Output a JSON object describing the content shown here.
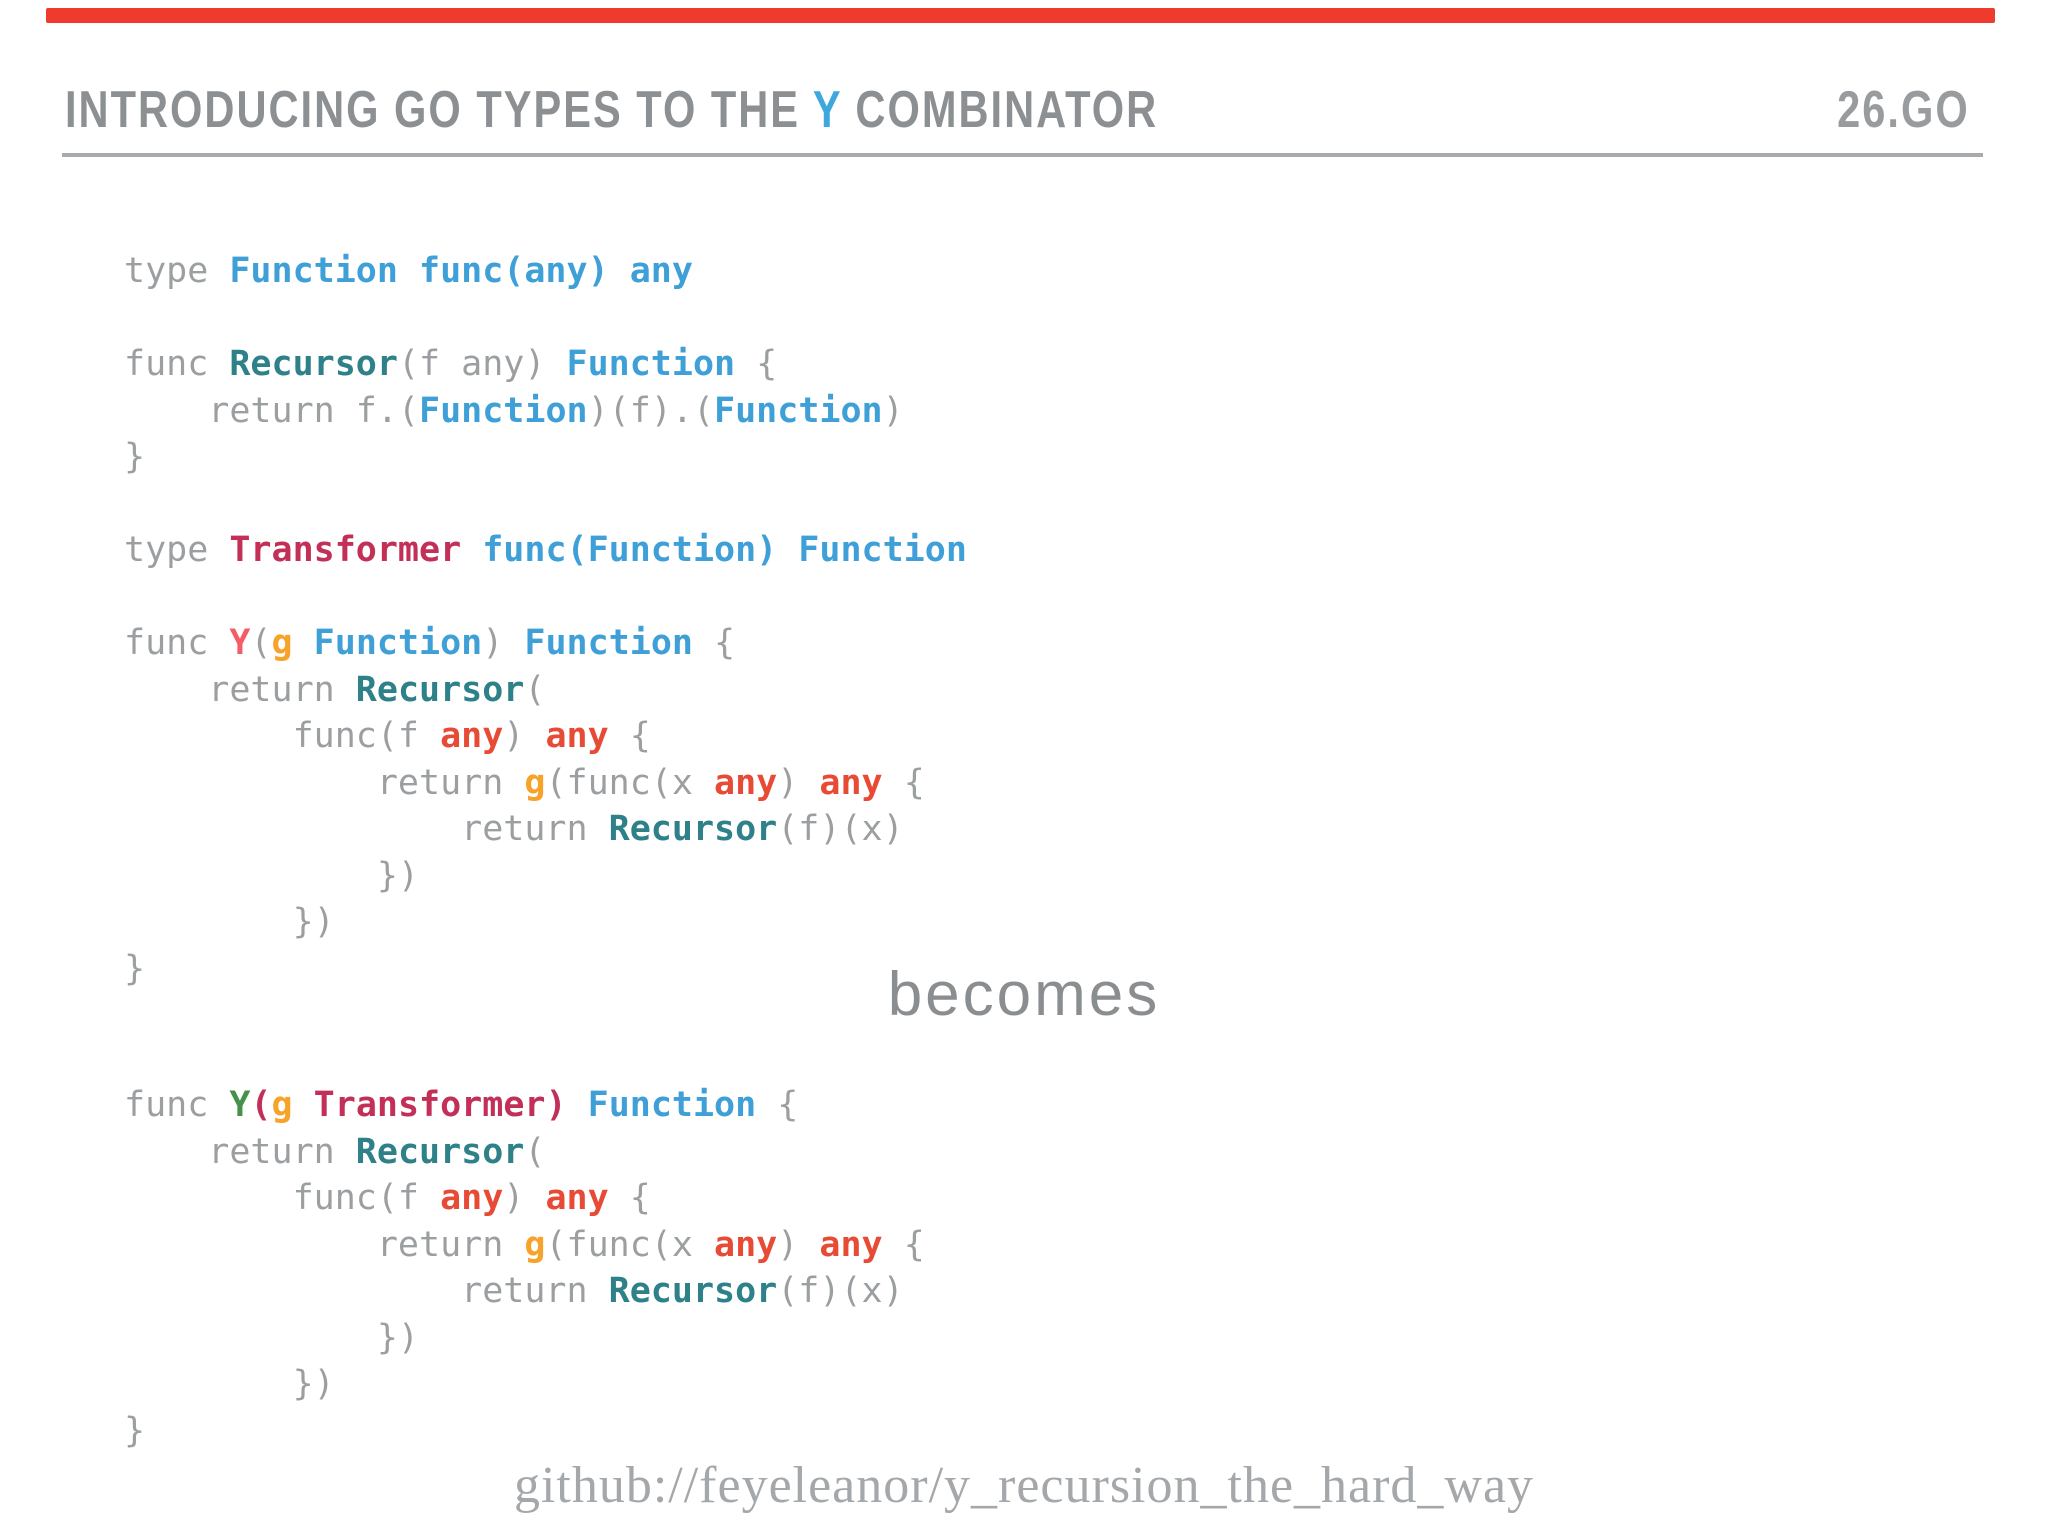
{
  "accent_bar_color": "#ee3b2e",
  "header": {
    "title_prefix": "INTRODUCING GO TYPES TO THE ",
    "title_accent": "Y",
    "title_suffix": " COMBINATOR",
    "file_label": "26.GO"
  },
  "becomes_label": "becomes",
  "footer": {
    "repo": "github://feyeleanor/y_recursion_the_hard_way"
  },
  "palette": {
    "plain": "#9c9fa1",
    "blue": "#3fa0d8",
    "teal": "#2e8189",
    "crimson": "#c23058",
    "orange": "#f7a229",
    "red": "#e84b35",
    "pink": "#f65b66",
    "green": "#45904a",
    "accent_blue": "#3ea8de"
  },
  "code_before": {
    "lines": [
      [
        [
          "plain",
          "type "
        ],
        [
          "blue",
          "Function func(any) any"
        ]
      ],
      [],
      [
        [
          "plain",
          "func "
        ],
        [
          "teal",
          "Recursor"
        ],
        [
          "plain",
          "(f any) "
        ],
        [
          "blue",
          "Function"
        ],
        [
          "plain",
          " {"
        ]
      ],
      [
        [
          "plain",
          "    return f.("
        ],
        [
          "blue",
          "Function"
        ],
        [
          "plain",
          ")(f).("
        ],
        [
          "blue",
          "Function"
        ],
        [
          "plain",
          ")"
        ]
      ],
      [
        [
          "plain",
          "}"
        ]
      ],
      [],
      [
        [
          "plain",
          "type "
        ],
        [
          "crimson",
          "Transformer"
        ],
        [
          "plain",
          " "
        ],
        [
          "blue",
          "func(Function) Function"
        ]
      ],
      [],
      [
        [
          "plain",
          "func "
        ],
        [
          "pink",
          "Y"
        ],
        [
          "plain",
          "("
        ],
        [
          "orange",
          "g"
        ],
        [
          "plain",
          " "
        ],
        [
          "blue",
          "Function"
        ],
        [
          "plain",
          ") "
        ],
        [
          "blue",
          "Function"
        ],
        [
          "plain",
          " {"
        ]
      ],
      [
        [
          "plain",
          "    return "
        ],
        [
          "teal",
          "Recursor"
        ],
        [
          "plain",
          "("
        ]
      ],
      [
        [
          "plain",
          "        func(f "
        ],
        [
          "red",
          "any"
        ],
        [
          "plain",
          ") "
        ],
        [
          "red",
          "any"
        ],
        [
          "plain",
          " {"
        ]
      ],
      [
        [
          "plain",
          "            return "
        ],
        [
          "orange",
          "g"
        ],
        [
          "plain",
          "(func(x "
        ],
        [
          "red",
          "any"
        ],
        [
          "plain",
          ") "
        ],
        [
          "red",
          "any"
        ],
        [
          "plain",
          " {"
        ]
      ],
      [
        [
          "plain",
          "                return "
        ],
        [
          "teal",
          "Recursor"
        ],
        [
          "plain",
          "(f)(x)"
        ]
      ],
      [
        [
          "plain",
          "            })"
        ]
      ],
      [
        [
          "plain",
          "        })"
        ]
      ],
      [
        [
          "plain",
          "}"
        ]
      ]
    ]
  },
  "code_after": {
    "lines": [
      [
        [
          "plain",
          "func "
        ],
        [
          "green",
          "Y"
        ],
        [
          "crimson",
          "("
        ],
        [
          "orange",
          "g"
        ],
        [
          "plain",
          " "
        ],
        [
          "crimson",
          "Transformer"
        ],
        [
          "crimson",
          ")"
        ],
        [
          "plain",
          " "
        ],
        [
          "blue",
          "Function"
        ],
        [
          "plain",
          " {"
        ]
      ],
      [
        [
          "plain",
          "    return "
        ],
        [
          "teal",
          "Recursor"
        ],
        [
          "plain",
          "("
        ]
      ],
      [
        [
          "plain",
          "        func(f "
        ],
        [
          "red",
          "any"
        ],
        [
          "plain",
          ") "
        ],
        [
          "red",
          "any"
        ],
        [
          "plain",
          " {"
        ]
      ],
      [
        [
          "plain",
          "            return "
        ],
        [
          "orange",
          "g"
        ],
        [
          "plain",
          "(func(x "
        ],
        [
          "red",
          "any"
        ],
        [
          "plain",
          ") "
        ],
        [
          "red",
          "any"
        ],
        [
          "plain",
          " {"
        ]
      ],
      [
        [
          "plain",
          "                return "
        ],
        [
          "teal",
          "Recursor"
        ],
        [
          "plain",
          "(f)(x)"
        ]
      ],
      [
        [
          "plain",
          "            })"
        ]
      ],
      [
        [
          "plain",
          "        })"
        ]
      ],
      [
        [
          "plain",
          "}"
        ]
      ]
    ]
  }
}
